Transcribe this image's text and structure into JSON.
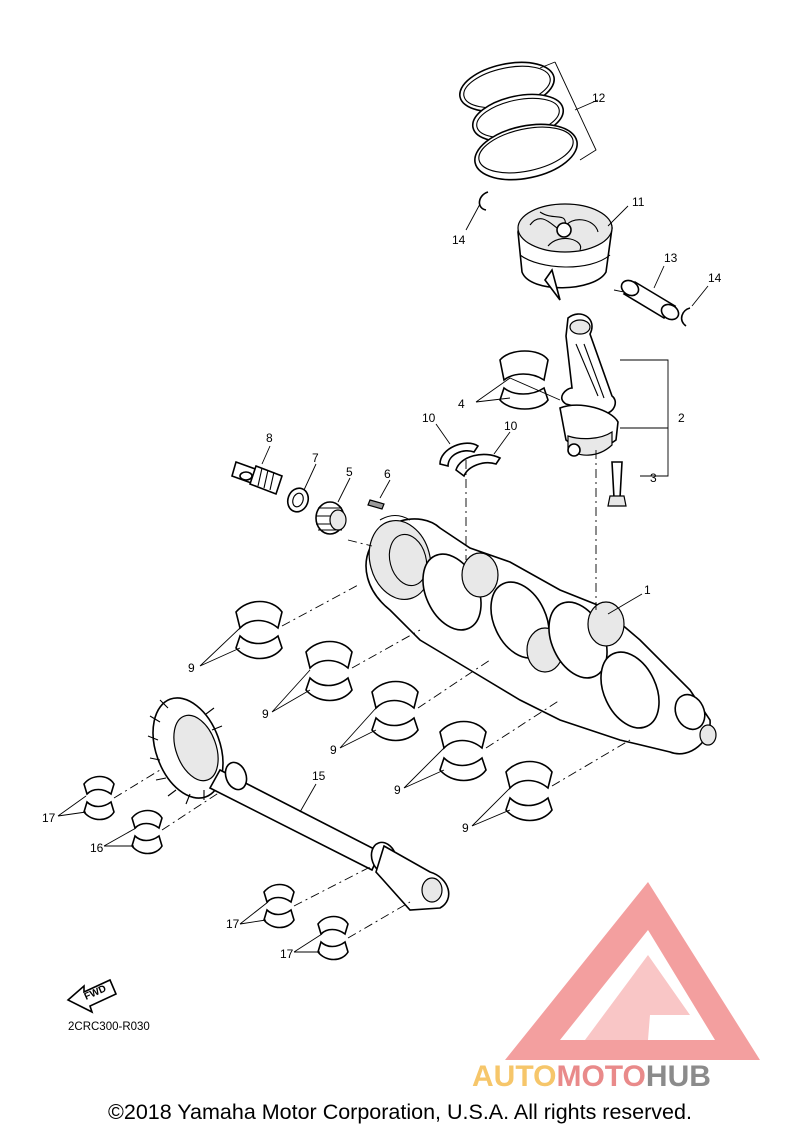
{
  "diagram": {
    "callouts": {
      "c1": "1",
      "c2": "2",
      "c3": "3",
      "c4": "4",
      "c5": "5",
      "c6": "6",
      "c7": "7",
      "c8": "8",
      "c9": "9",
      "c10": "10",
      "c11": "11",
      "c12": "12",
      "c13": "13",
      "c14": "14",
      "c15": "15",
      "c16": "16",
      "c17": "17"
    },
    "drawing_code": "2CRC300-R030",
    "fwd_label": "FWD"
  },
  "watermark": {
    "part1": "AUTO",
    "part2": "MOTO",
    "part3": "HUB",
    "colors": {
      "triangle": "#f08080",
      "auto": "#f6c66a",
      "moto": "#e98a8a",
      "hub": "#8b8b8b"
    }
  },
  "footer": {
    "copyright": "©2018 Yamaha Motor Corporation, U.S.A. All rights reserved."
  }
}
